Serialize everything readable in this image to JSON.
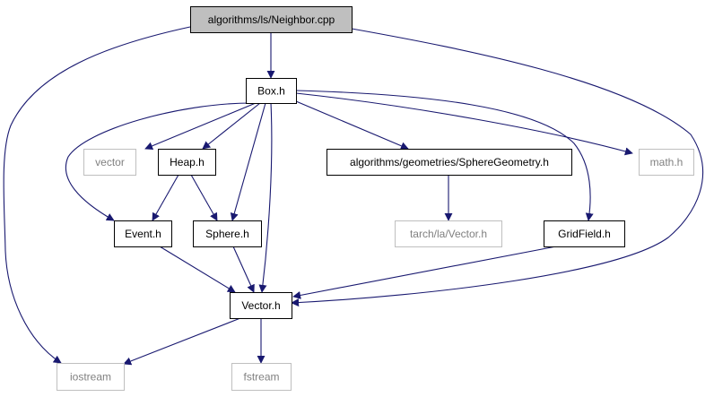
{
  "colors": {
    "edge": "#191970",
    "node_border_dark": "#000000",
    "node_border_light": "#bfbfbf",
    "root_fill": "#bfbfbf",
    "text_dark": "#000000",
    "text_light": "#808080",
    "node_fill": "#ffffff"
  },
  "nodes": {
    "neighbor_cpp": {
      "label": "algorithms/ls/Neighbor.cpp",
      "style": "root"
    },
    "box_h": {
      "label": "Box.h",
      "style": "normal"
    },
    "vector_std": {
      "label": "vector",
      "style": "external"
    },
    "heap_h": {
      "label": "Heap.h",
      "style": "normal"
    },
    "spheregeometry_h": {
      "label": "algorithms/geometries/SphereGeometry.h",
      "style": "normal"
    },
    "math_h": {
      "label": "math.h",
      "style": "external"
    },
    "event_h": {
      "label": "Event.h",
      "style": "normal"
    },
    "sphere_h": {
      "label": "Sphere.h",
      "style": "normal"
    },
    "tarch_vector_h": {
      "label": "tarch/la/Vector.h",
      "style": "external"
    },
    "gridfield_h": {
      "label": "GridField.h",
      "style": "normal"
    },
    "vector_h": {
      "label": "Vector.h",
      "style": "normal"
    },
    "iostream": {
      "label": "iostream",
      "style": "external"
    },
    "fstream": {
      "label": "fstream",
      "style": "external"
    }
  },
  "edges": [
    {
      "from": "neighbor_cpp",
      "to": "box_h"
    },
    {
      "from": "neighbor_cpp",
      "to": "iostream"
    },
    {
      "from": "neighbor_cpp",
      "to": "vector_h"
    },
    {
      "from": "box_h",
      "to": "vector_std"
    },
    {
      "from": "box_h",
      "to": "heap_h"
    },
    {
      "from": "box_h",
      "to": "spheregeometry_h"
    },
    {
      "from": "box_h",
      "to": "math_h"
    },
    {
      "from": "box_h",
      "to": "event_h"
    },
    {
      "from": "box_h",
      "to": "sphere_h"
    },
    {
      "from": "box_h",
      "to": "vector_h"
    },
    {
      "from": "box_h",
      "to": "gridfield_h"
    },
    {
      "from": "heap_h",
      "to": "event_h"
    },
    {
      "from": "heap_h",
      "to": "sphere_h"
    },
    {
      "from": "spheregeometry_h",
      "to": "tarch_vector_h"
    },
    {
      "from": "event_h",
      "to": "vector_h"
    },
    {
      "from": "sphere_h",
      "to": "vector_h"
    },
    {
      "from": "gridfield_h",
      "to": "vector_h"
    },
    {
      "from": "vector_h",
      "to": "iostream"
    },
    {
      "from": "vector_h",
      "to": "fstream"
    }
  ]
}
